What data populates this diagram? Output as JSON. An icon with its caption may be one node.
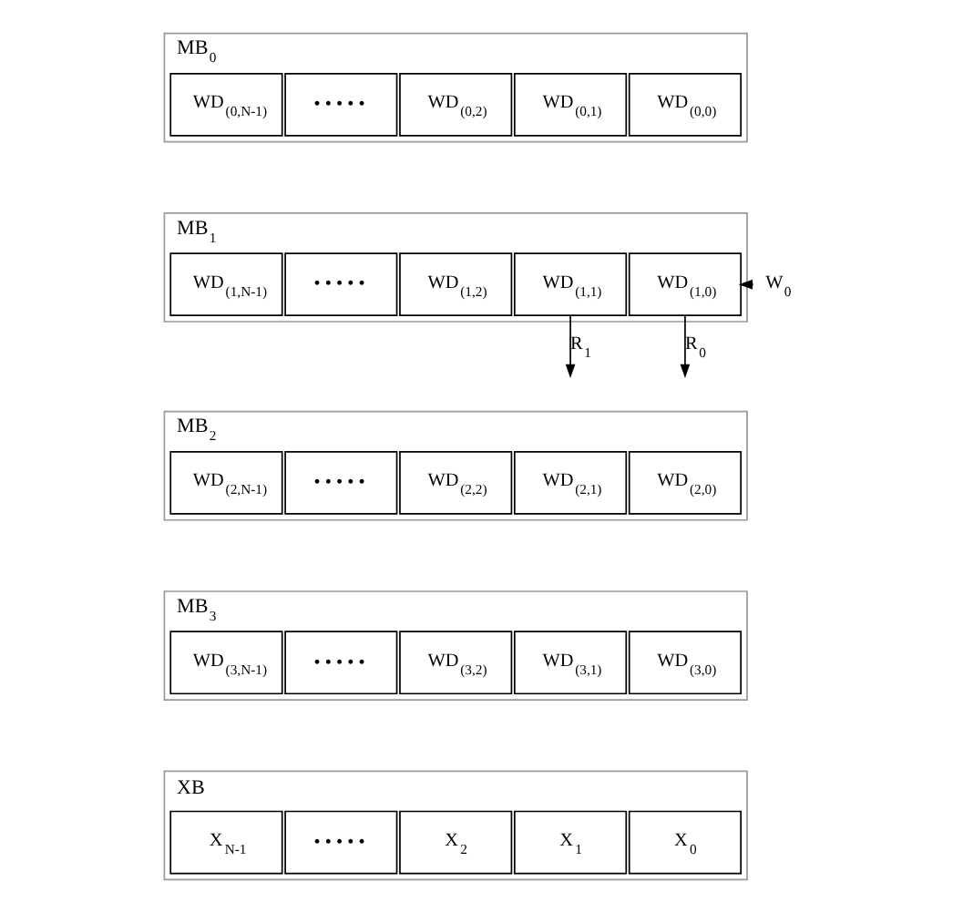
{
  "diagram": {
    "nodes": [
      {
        "text": [
          "MB$_{0}$"
        ]
      },
      {
        "text": [
          "WD$_{(0,N-1)}$"
        ],
        "in": 0
      },
      {
        "text": [
          "• • • • •"
        ],
        "in": 0
      },
      {
        "text": [
          "WD$_{(0,2)}$"
        ],
        "in": 0
      },
      {
        "text": [
          "WD$_{(0,1)}$"
        ],
        "in": 0
      },
      {
        "text": [
          "WD$_{(0,0)}$"
        ],
        "in": 0
      },
      {
        "text": [
          "MB$_{1}$"
        ]
      },
      {
        "text": [
          "WD$_{(1,N-1)}$"
        ],
        "in": 6
      },
      {
        "text": [
          "• • • • •"
        ],
        "in": 6
      },
      {
        "text": [
          "WD$_{(1,2)}$"
        ],
        "in": 6
      },
      {
        "text": [
          "WD$_{(1,1)}$"
        ],
        "in": 6
      },
      {
        "text": [
          "WD$_{(1,0)}$"
        ],
        "in": 6
      },
      {
        "text": [
          "MB$_{2}$"
        ]
      },
      {
        "text": [
          "WD$_{(2,N-1)}$"
        ],
        "in": 12
      },
      {
        "text": [
          "• • • • •"
        ],
        "in": 12
      },
      {
        "text": [
          "WD$_{(2,2)}$"
        ],
        "in": 12
      },
      {
        "text": [
          "WD$_{(2,1)}$"
        ],
        "in": 12
      },
      {
        "text": [
          "WD$_{(2,0)}$"
        ],
        "in": 12
      },
      {
        "text": [
          "MB$_{3}$"
        ]
      },
      {
        "text": [
          "WD$_{(3,N-1)}$"
        ],
        "in": 18
      },
      {
        "text": [
          "• • • • •"
        ],
        "in": 18
      },
      {
        "text": [
          "WD$_{(3,2)}$"
        ],
        "in": 18
      },
      {
        "text": [
          "WD$_{(3,1)}$"
        ],
        "in": 18
      },
      {
        "text": [
          "WD$_{(3,0)}$"
        ],
        "in": 18
      },
      {
        "text": [
          "XB"
        ]
      },
      {
        "text": [
          "X$_{N-1}$"
        ],
        "in": 24
      },
      {
        "text": [
          "• • • • •"
        ],
        "in": 24
      },
      {
        "text": [
          "X$_{2}$"
        ],
        "in": 24
      },
      {
        "text": [
          "X$_{1}$"
        ],
        "in": 24
      },
      {
        "text": [
          "X$_{0}$"
        ],
        "in": 24
      },
      {
        "text": [
          "W$_{0}$"
        ]
      }
    ],
    "edges": [
      {
        "from": 30,
        "to": 11,
        "arrow": "to"
      },
      {
        "from": 10,
        "to": null,
        "arrow": "to",
        "label": "R$_{1}$"
      },
      {
        "from": 11,
        "to": null,
        "arrow": "to",
        "label": "R$_{0}$"
      }
    ]
  }
}
